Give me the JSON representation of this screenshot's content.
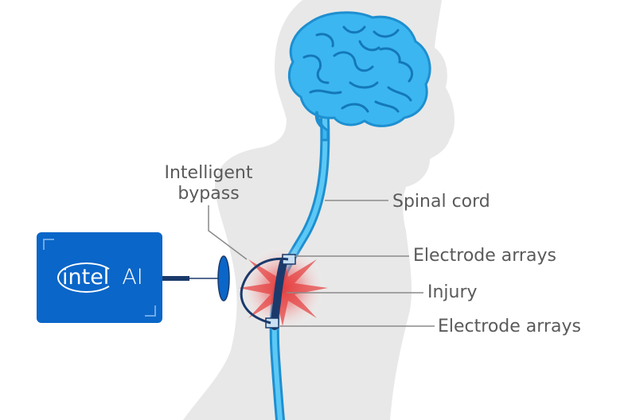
{
  "labels": {
    "intelligent_bypass_line1": "Intelligent",
    "intelligent_bypass_line2": "bypass",
    "spinal_cord": "Spinal cord",
    "electrode_arrays_upper": "Electrode arrays",
    "injury": "Injury",
    "electrode_arrays_lower": "Electrode arrays"
  },
  "chip": {
    "brand": "intel",
    "suffix": "AI"
  },
  "colors": {
    "silhouette": "#e8e8e8",
    "brain": "#3bb6f0",
    "brain_outline": "#1e8fd0",
    "spinal_cord": "#3bb6f0",
    "chip": "#0a66c8",
    "bypass_line": "#1b3a6b",
    "injury_glow": "#e63c3c",
    "label_text": "#5a5a5a",
    "leader_line": "#8a8a8a"
  },
  "icons": {
    "chip": "intel-ai-chip-icon",
    "brain": "brain-icon",
    "injury": "injury-burst-icon"
  }
}
